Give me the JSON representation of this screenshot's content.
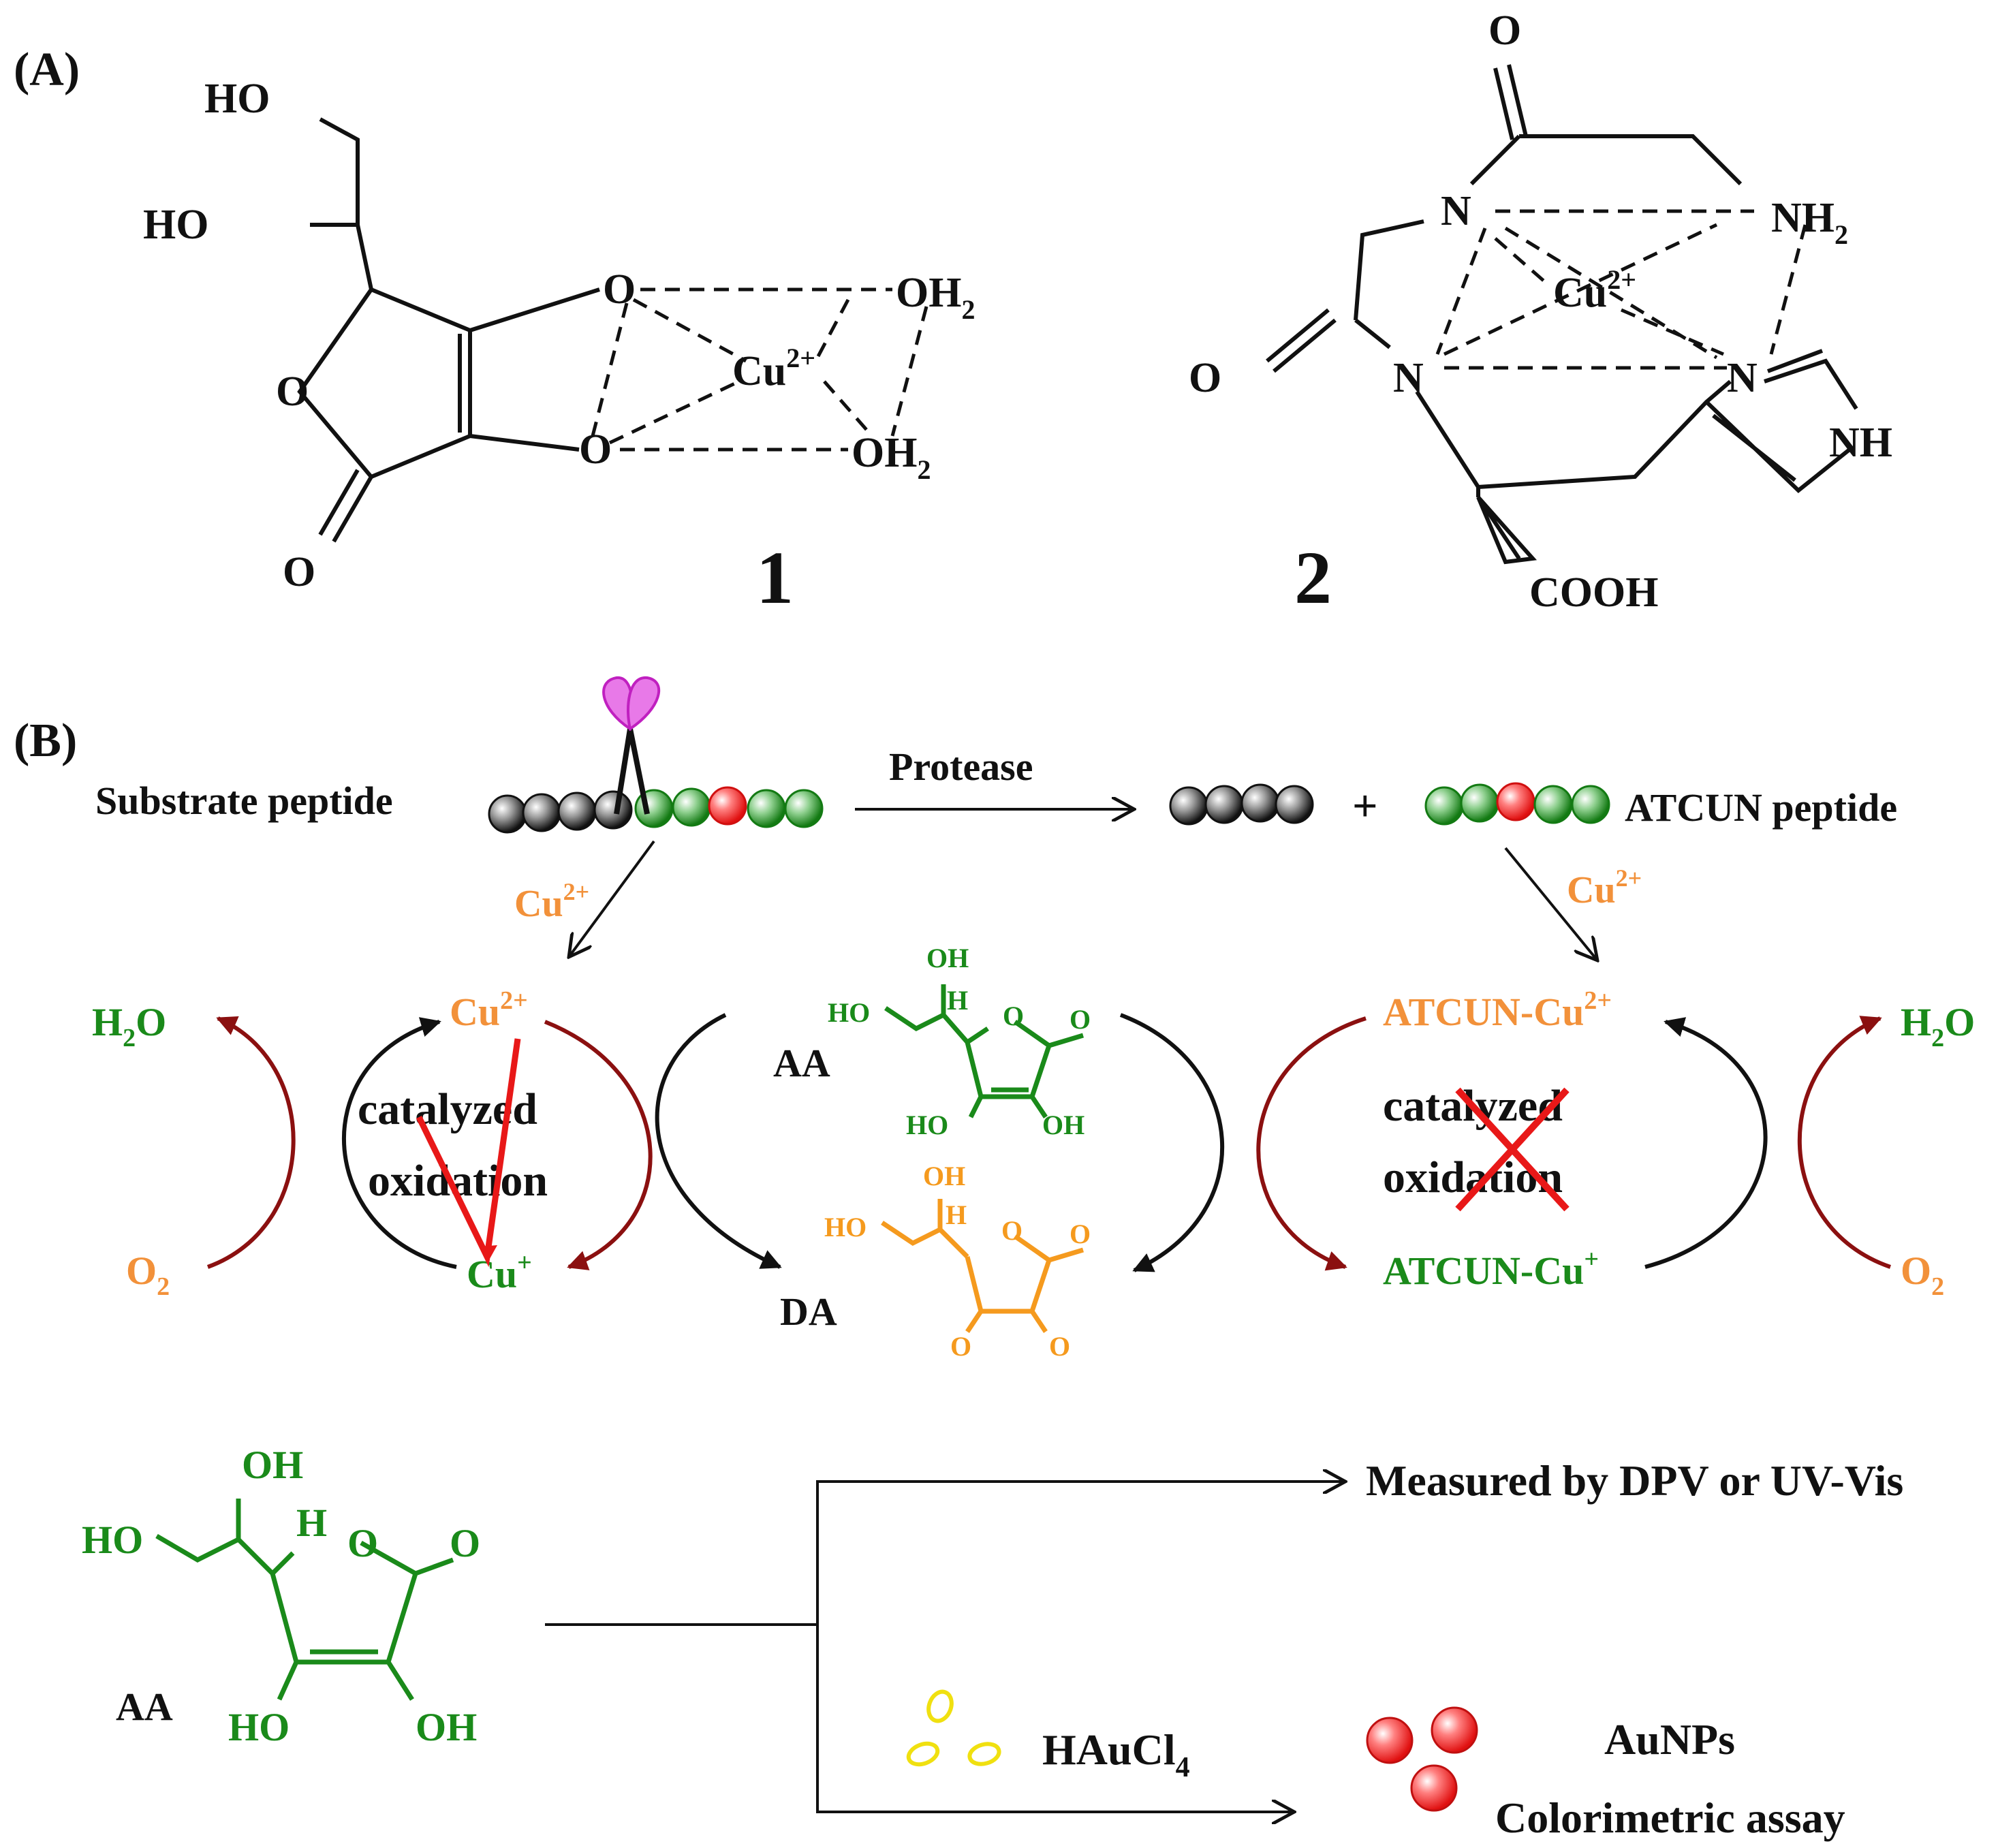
{
  "panel_a": {
    "label": "(A)",
    "mol1": {
      "number": "1",
      "ho_top": "HO",
      "ho_mid": "HO",
      "ring_o": "O",
      "carbonyl_o": "O",
      "o_upper": "O",
      "o_lower": "O",
      "cu": "Cu",
      "cu_charge": "2+",
      "oh2_a": "OH",
      "oh2_a_sub": "2",
      "oh2_b": "OH",
      "oh2_b_sub": "2"
    },
    "mol2": {
      "number": "2",
      "o_top": "O",
      "o_left": "O",
      "n1": "N",
      "n2": "N",
      "n3": "N",
      "nh2": "NH",
      "nh2_sub": "2",
      "nh": "NH",
      "cu": "Cu",
      "cu_charge": "2+",
      "cooh": "COOH"
    }
  },
  "panel_b": {
    "label": "(B)",
    "substrate_label": "Substrate peptide",
    "protease_label": "Protease",
    "plus": "+",
    "atcun_label": "ATCUN peptide",
    "cu_left": "Cu",
    "cu_left_charge": "2+",
    "cu_right": "Cu",
    "cu_right_charge": "2+",
    "left_cycle": {
      "h2o": "H",
      "h2o_sub": "2",
      "h2o_end": "O",
      "o2": "O",
      "o2_sub": "2",
      "cu2": "Cu",
      "cu2_charge": "2+",
      "cu1": "Cu",
      "cu1_charge": "+",
      "line1": "catalyzed",
      "line2": "oxidation"
    },
    "right_cycle": {
      "h2o": "H",
      "h2o_sub": "2",
      "h2o_end": "O",
      "o2": "O",
      "o2_sub": "2",
      "cu2": "ATCUN-Cu",
      "cu2_charge": "2+",
      "cu1": "ATCUN-Cu",
      "cu1_charge": "+",
      "line1": "catalyzed",
      "line2": "oxidation"
    },
    "aa_label": "AA",
    "da_label": "DA",
    "aa_struct": {
      "oh_top": "OH",
      "h": "H",
      "ho": "HO",
      "o_ring": "O",
      "o_co": "O",
      "ho_b": "HO",
      "oh_b": "OH"
    },
    "da_struct": {
      "oh_top": "OH",
      "h": "H",
      "ho": "HO",
      "o_ring": "O",
      "o_co": "O",
      "o_b1": "O",
      "o_b2": "O"
    }
  },
  "panel_c": {
    "aa_label": "AA",
    "aa_struct": {
      "oh_top": "OH",
      "h": "H",
      "ho": "HO",
      "o_ring": "O",
      "o_co": "O",
      "ho_b": "HO",
      "oh_b": "OH"
    },
    "measured": "Measured by DPV or UV-Vis",
    "haucl": "HAuCl",
    "haucl_sub": "4",
    "aunps": "AuNPs",
    "colorimetric": "Colorimetric assay"
  },
  "colors": {
    "green": "#1a8a1a",
    "orange": "#f2913a",
    "dark_red": "#8b1010",
    "red_mark": "#e81818",
    "magenta": "#e040e0",
    "yellow": "#f0e010"
  }
}
